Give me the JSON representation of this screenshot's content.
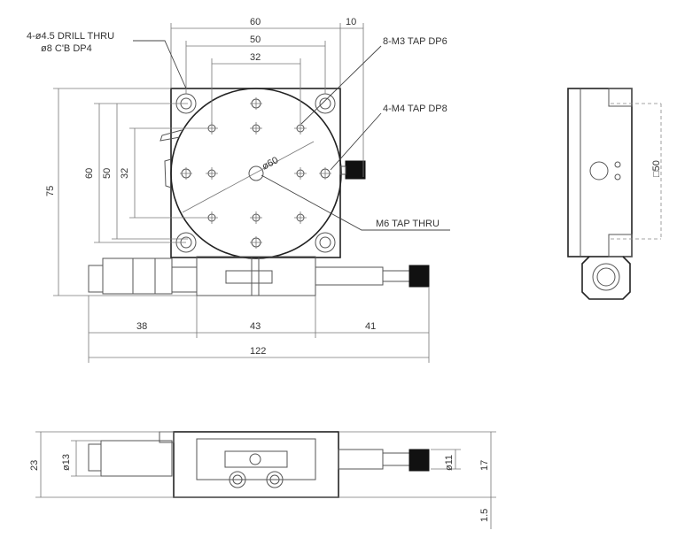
{
  "labels": {
    "drill_line1": "4-ø4.5 DRILL THRU",
    "drill_line2": "ø8 C'B DP4",
    "m3_tap": "8-M3 TAP DP6",
    "m4_tap": "4-M4 TAP DP8",
    "m6_tap": "M6 TAP THRU",
    "phi60": "ø60",
    "sq50": "□50"
  },
  "dims": {
    "top_60": "60",
    "top_50": "50",
    "top_32": "32",
    "top_10": "10",
    "left_75": "75",
    "left_60": "60",
    "left_50": "50",
    "left_32": "32",
    "bottom_38": "38",
    "bottom_43": "43",
    "bottom_41": "41",
    "bottom_122": "122",
    "side_23": "23",
    "side_phi13": "ø13",
    "side_phi11": "ø11",
    "side_17": "17",
    "side_1_5": "1.5"
  }
}
